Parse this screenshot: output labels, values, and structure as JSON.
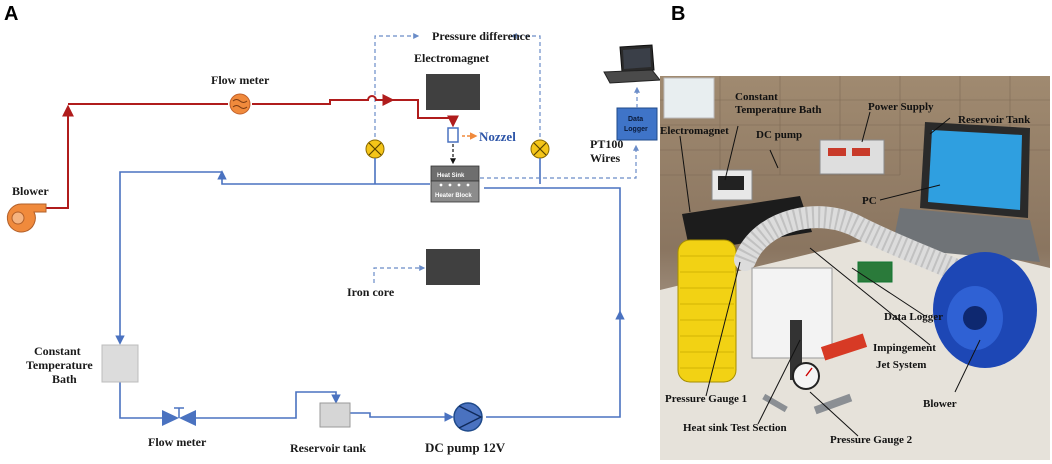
{
  "panels": {
    "a": "A",
    "b": "B"
  },
  "schematic": {
    "pressure_difference": "Pressure difference",
    "electromagnet": "Electromagnet",
    "flow_meter_top": "Flow meter",
    "nozzle": "Nozzel",
    "blower": "Blower",
    "heat_sink": "Heat Sink",
    "heater_block": "Heater Block",
    "data_logger_line1": "Data",
    "data_logger_line2": "Logger",
    "pt100_line1": "PT100",
    "pt100_line2": "Wires",
    "iron_core": "Iron core",
    "ctb_line1": "Constant",
    "ctb_line2": "Temperature",
    "ctb_line3": "Bath",
    "flow_meter_bottom": "Flow meter",
    "reservoir_tank": "Reservoir tank",
    "dc_pump": "DC pump 12V"
  },
  "photo_labels": {
    "constant_line1": "Constant",
    "constant_line2": "Temperature Bath",
    "electromagnet": "Electromagnet",
    "dc_pump": "DC pump",
    "power_supply": "Power Supply",
    "reservoir_tank": "Reservoir Tank",
    "pc": "PC",
    "data_logger": "Data Logger",
    "impingement_line1": "Impingement",
    "impingement_line2": "Jet System",
    "pressure_gauge_1": "Pressure Gauge 1",
    "blower": "Blower",
    "heat_sink_test_section": "Heat sink Test Section",
    "pressure_gauge_2": "Pressure Gauge 2"
  },
  "colors": {
    "air_line": "#b01c1c",
    "water_line": "#4a72c0",
    "dashed": "#6a8cc8",
    "orange": "#f08a3c",
    "dark_box": "#3f3f3f"
  }
}
